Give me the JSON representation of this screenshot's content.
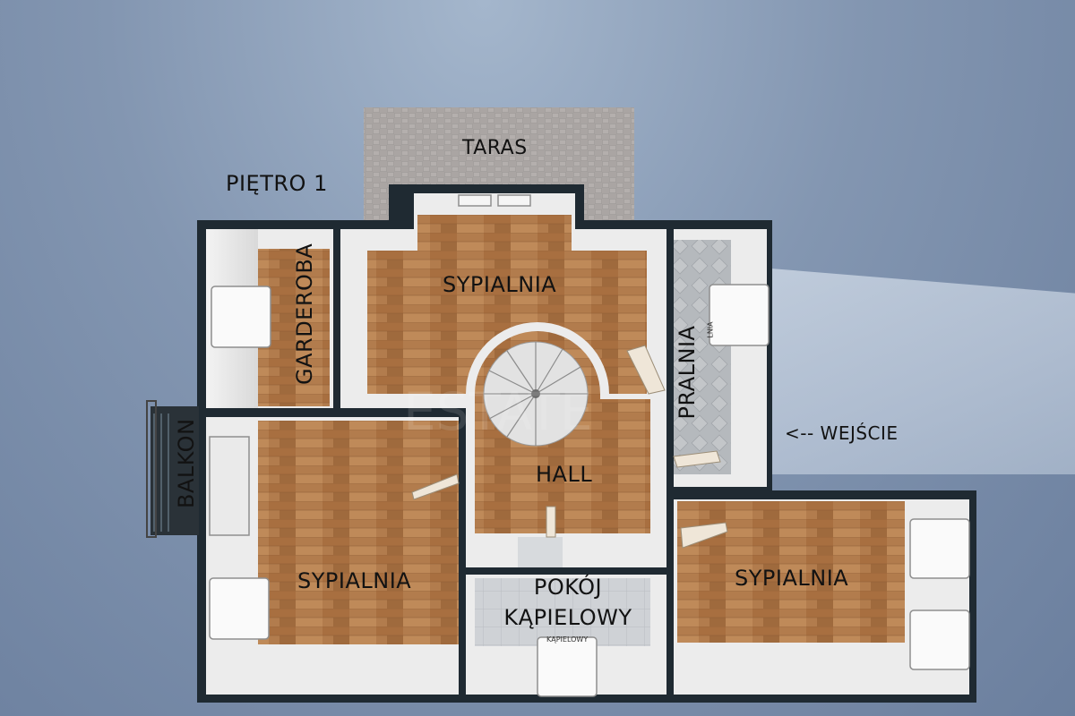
{
  "floor_label": "PIĘTRO 1",
  "entrance_label": "<-- WEJŚCIE",
  "rooms": {
    "terrace": "TARAS",
    "bedroom_top": "SYPIALNIA",
    "wardrobe": "GARDEROBA",
    "laundry": "PRALNIA",
    "laundry_small": "LNIA",
    "hall": "HALL",
    "balcony": "BALKON",
    "bedroom_left": "SYPIALNIA",
    "bedroom_right": "SYPIALNIA",
    "bathroom_line1": "POKÓJ",
    "bathroom_line2": "KĄPIELOWY",
    "bathroom_small": "KĄPIELOWY"
  },
  "watermark": "ESTATE",
  "colors": {
    "background": "#8396b1",
    "wall": "#1e2830",
    "wood": "#b07a4c",
    "tile": "#c9ccd0",
    "terrace": "#a9a4a2"
  }
}
